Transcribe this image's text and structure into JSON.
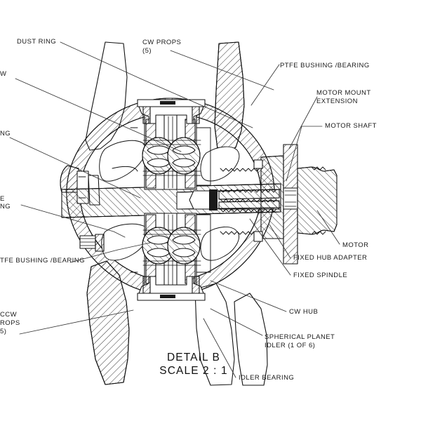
{
  "drawing": {
    "title": "DETAIL B",
    "scale": "SCALE 2 : 1",
    "line_color": "#111111",
    "hatch_color": "#1a1a1a",
    "background": "#ffffff"
  },
  "annotations": {
    "dust_ring": "DUST RING",
    "cw_props_line1": "CW PROPS",
    "cw_props_line2": "(5)",
    "left_clip_ccw": "W",
    "left_clip_ring": "NG",
    "left_clip_ptfe_line1": "E",
    "left_clip_ptfe_line2": "NG",
    "left_ptfe_bushing": "TFE BUSHING /BEARING",
    "ccw_props_line1": "CCW",
    "ccw_props_line2": "ROPS",
    "ccw_props_line3": "5)",
    "ptfe_bushing_right": "PTFE BUSHING /BEARING",
    "motor_mount_line1": "MOTOR MOUNT",
    "motor_mount_line2": "EXTENSION",
    "motor_shaft": "MOTOR SHAFT",
    "motor": "MOTOR",
    "fixed_hub_adapter": "FIXED HUB ADAPTER",
    "fixed_spindle": "FIXED SPINDLE",
    "cw_hub": "CW HUB",
    "spherical_planet_line1": "SPHERICAL PLANET",
    "spherical_planet_line2": "IDLER (1 OF 6)",
    "idler_bearing": "IDLER BEARING"
  }
}
